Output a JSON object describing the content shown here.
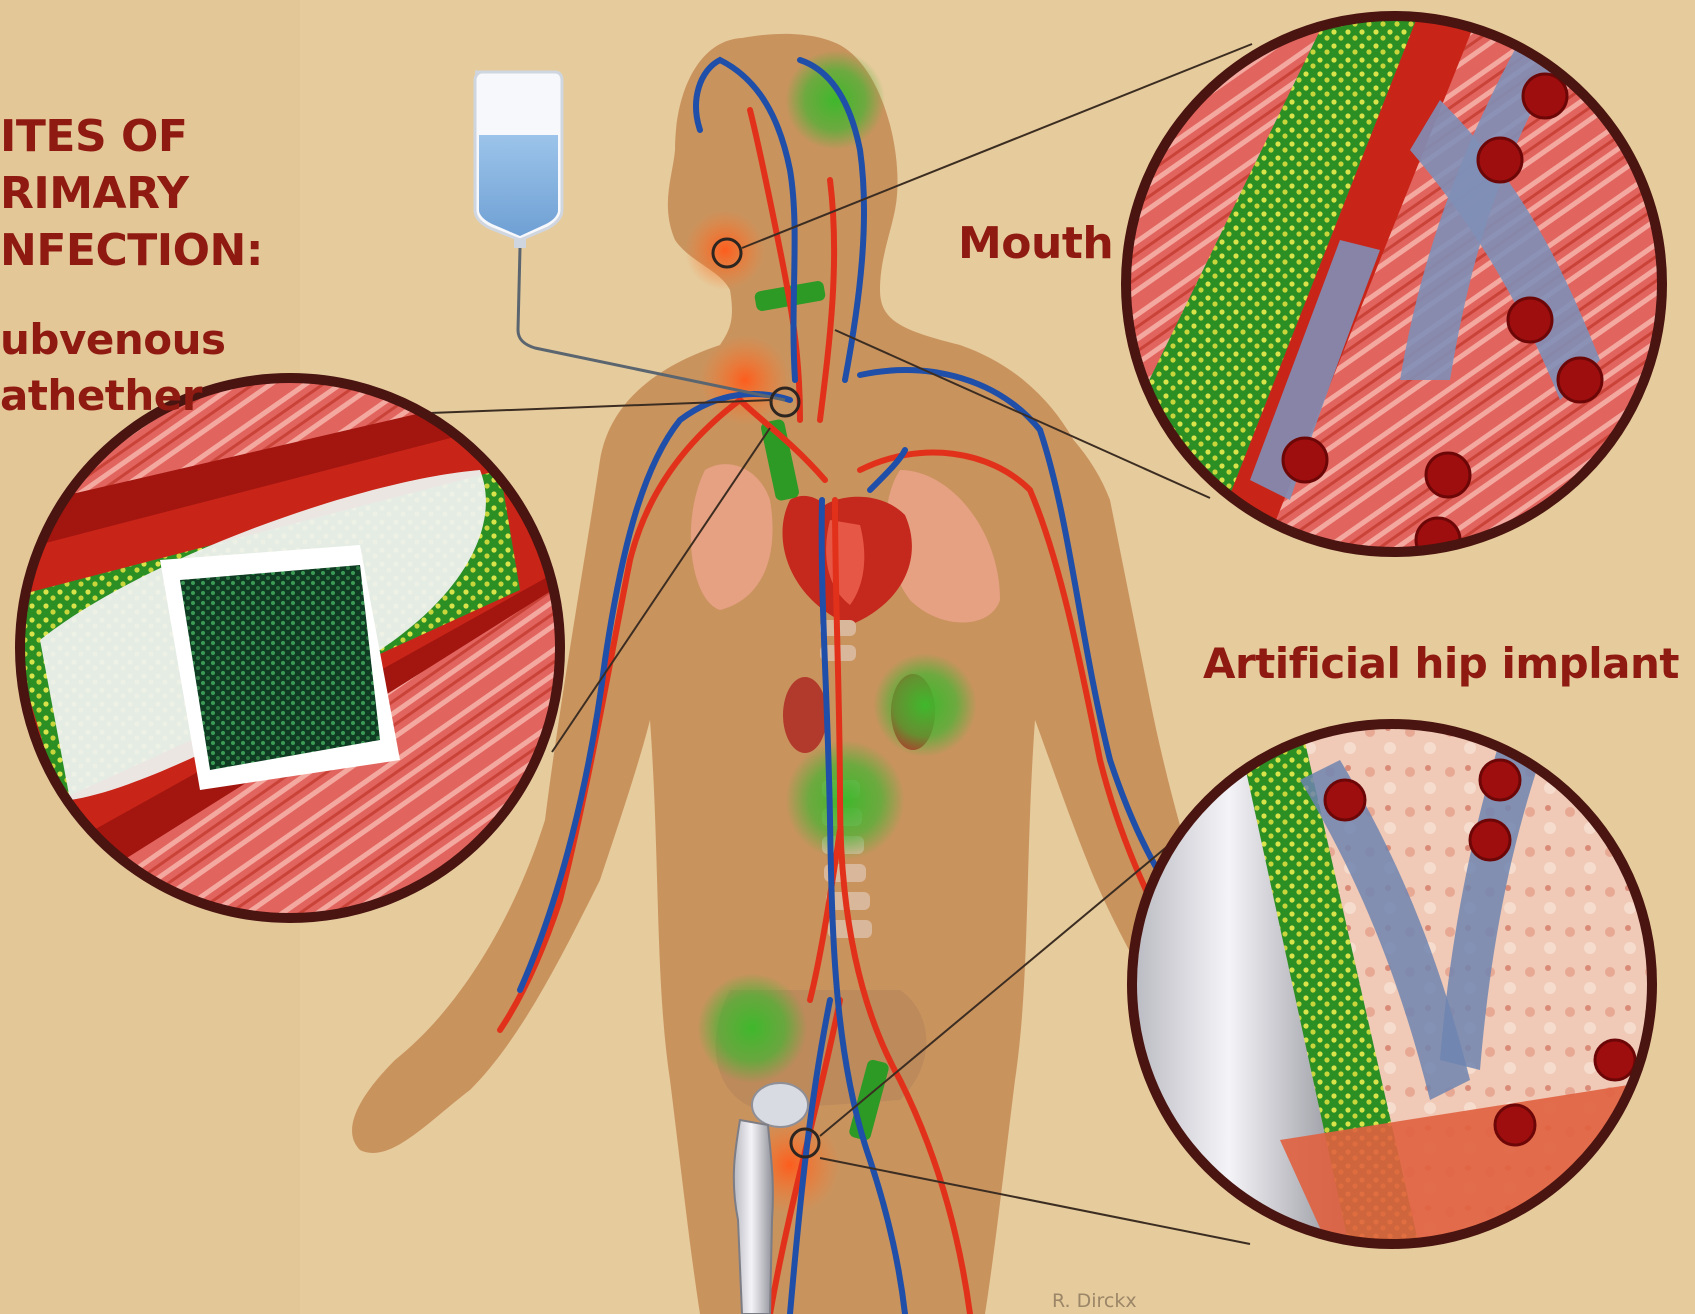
{
  "title": {
    "lines": [
      "ITES OF",
      "RIMARY",
      "NFECTION:"
    ]
  },
  "callouts": {
    "subvenous": {
      "lines": [
        "ubvenous",
        "athether"
      ]
    },
    "mouth": {
      "label": "Mouth"
    },
    "hip": {
      "label": "Artificial hip implant"
    }
  },
  "signature": "R. Dirckx",
  "colors": {
    "background": "#e6cb9c",
    "body_silhouette": "#c9935e",
    "label_text": "#8e1a12",
    "artery": "#e2311b",
    "vein": "#1f4fa8",
    "bacteria_green": "#2f9a2a",
    "tissue_red": "#d9372e"
  }
}
